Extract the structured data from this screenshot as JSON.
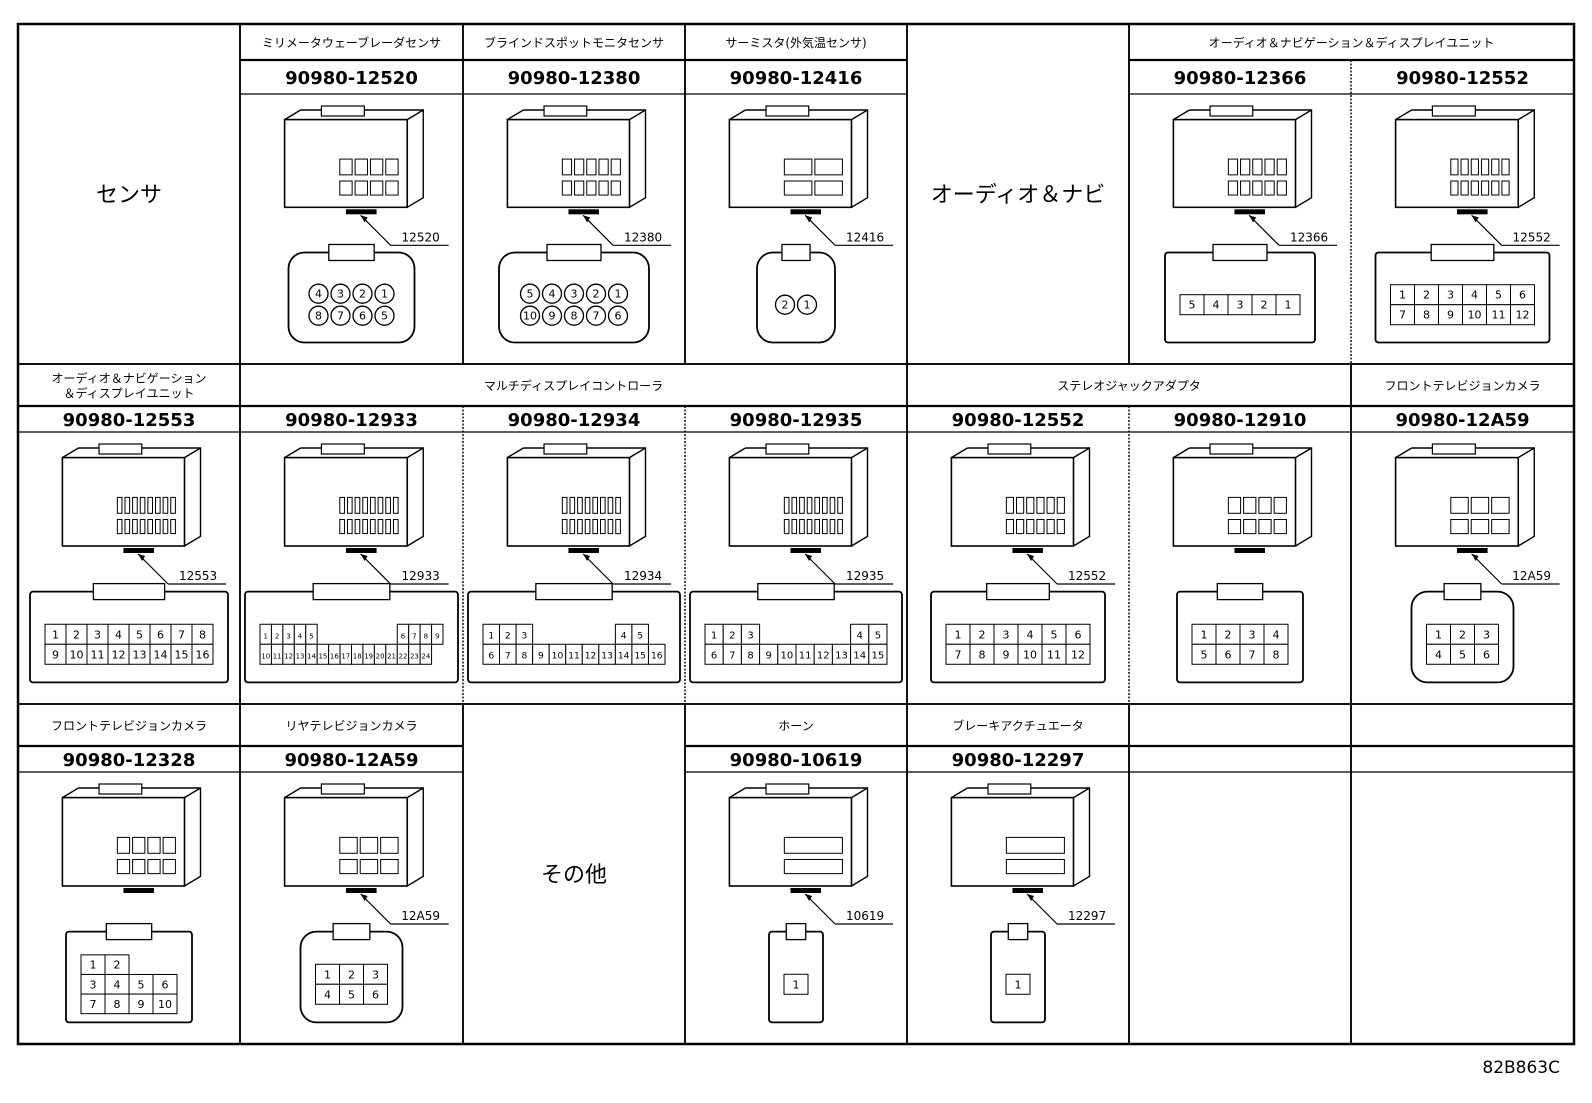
{
  "page_code": "82B863C",
  "rows": [
    {
      "cells": [
        {
          "span": 1,
          "label": "",
          "part": "",
          "big_label": "センサ",
          "big_label_only": true
        },
        {
          "span": 1,
          "label": "ミリメータウェーブレーダセンサ",
          "part": "90980-12520",
          "callout": "12520",
          "kind": "sensor-big",
          "pins": [
            [
              4,
              3,
              2,
              1
            ],
            [
              8,
              7,
              6,
              5
            ]
          ]
        },
        {
          "span": 1,
          "label": "ブラインドスポットモニタセンサ",
          "part": "90980-12380",
          "callout": "12380",
          "kind": "sensor-big",
          "pins": [
            [
              5,
              4,
              3,
              2,
              1
            ],
            [
              10,
              9,
              8,
              7,
              6
            ]
          ]
        },
        {
          "span": 1,
          "label": "サーミスタ(外気温センサ)",
          "part": "90980-12416",
          "callout": "12416",
          "kind": "sensor-small",
          "pins": [
            [
              2,
              1
            ]
          ]
        },
        {
          "span": 1,
          "label": "",
          "part": "",
          "big_label": "オーディオ＆ナビ",
          "big_label_only": true
        },
        {
          "span": 2,
          "label": "オーディオ＆ナビゲーション＆ディスプレイユニット",
          "subparts": [
            {
              "part": "90980-12366",
              "callout": "12366",
              "kind": "box",
              "pins": [
                [
                  5,
                  4,
                  3,
                  2,
                  1
                ]
              ]
            },
            {
              "part": "90980-12552",
              "callout": "12552",
              "kind": "box",
              "pins": [
                [
                  1,
                  2,
                  3,
                  4,
                  5,
                  6
                ],
                [
                  7,
                  8,
                  9,
                  10,
                  11,
                  12
                ]
              ]
            }
          ]
        }
      ]
    },
    {
      "cells": [
        {
          "span": 1,
          "label": "オーディオ＆ナビゲーション\n＆ディスプレイユニット",
          "part": "90980-12553",
          "callout": "12553",
          "kind": "multi",
          "pins": [
            [
              1,
              2,
              3,
              4,
              5,
              6,
              7,
              8
            ],
            [
              9,
              10,
              11,
              12,
              13,
              14,
              15,
              16
            ]
          ]
        },
        {
          "span": 3,
          "label": "マルチディスプレイコントローラ",
          "subparts": [
            {
              "part": "90980-12933",
              "callout": "12933",
              "kind": "wide",
              "pins": [
                [
                  1,
                  2,
                  3,
                  4,
                  5,
                  "",
                  "",
                  "",
                  "",
                  "",
                  "",
                  "",
                  6,
                  7,
                  8,
                  9
                ],
                [
                  10,
                  11,
                  12,
                  13,
                  14,
                  15,
                  16,
                  17,
                  18,
                  19,
                  20,
                  21,
                  22,
                  23,
                  24,
                  ""
                ]
              ]
            },
            {
              "part": "90980-12934",
              "callout": "12934",
              "kind": "wide",
              "pins": [
                [
                  1,
                  2,
                  3,
                  "",
                  "",
                  "",
                  "",
                  "",
                  4,
                  5
                ],
                [
                  6,
                  7,
                  8,
                  9,
                  10,
                  11,
                  12,
                  13,
                  14,
                  15,
                  16
                ]
              ]
            },
            {
              "part": "90980-12935",
              "callout": "12935",
              "kind": "wide",
              "pins": [
                [
                  1,
                  2,
                  3,
                  "",
                  "",
                  "",
                  "",
                  "",
                  4,
                  5
                ],
                [
                  6,
                  7,
                  8,
                  9,
                  10,
                  11,
                  12,
                  13,
                  14,
                  15
                ]
              ]
            }
          ]
        },
        {
          "span": 2,
          "label": "ステレオジャックアダプタ",
          "subparts": [
            {
              "part": "90980-12552",
              "callout": "12552",
              "kind": "box",
              "pins": [
                [
                  1,
                  2,
                  3,
                  4,
                  5,
                  6
                ],
                [
                  7,
                  8,
                  9,
                  10,
                  11,
                  12
                ]
              ]
            },
            {
              "part": "90980-12910",
              "callout": "",
              "kind": "box",
              "pins": [
                [
                  1,
                  2,
                  3,
                  4
                ],
                [
                  5,
                  6,
                  7,
                  8
                ]
              ]
            }
          ]
        },
        {
          "span": 1,
          "label": "フロントテレビジョンカメラ",
          "part": "90980-12A59",
          "callout": "12A59",
          "kind": "camera",
          "pins": [
            [
              1,
              2,
              3
            ],
            [
              4,
              5,
              6
            ]
          ]
        }
      ]
    },
    {
      "cells": [
        {
          "span": 1,
          "label": "フロントテレビジョンカメラ",
          "part": "90980-12328",
          "callout": "",
          "kind": "tall",
          "pins": [
            [
              1,
              2
            ],
            [
              3,
              4,
              5,
              6
            ],
            [
              7,
              8,
              9,
              10
            ]
          ]
        },
        {
          "span": 1,
          "label": "リヤテレビジョンカメラ",
          "part": "90980-12A59",
          "callout": "12A59",
          "kind": "camera",
          "pins": [
            [
              1,
              2,
              3
            ],
            [
              4,
              5,
              6
            ]
          ]
        },
        {
          "span": 1,
          "label": "",
          "part": "",
          "big_label": "その他",
          "big_label_only": true
        },
        {
          "span": 1,
          "label": "ホーン",
          "part": "90980-10619",
          "callout": "10619",
          "kind": "horn",
          "pins": [
            [
              1
            ]
          ]
        },
        {
          "span": 1,
          "label": "ブレーキアクチュエータ",
          "part": "90980-12297",
          "callout": "12297",
          "kind": "actuator",
          "pins": []
        },
        {
          "span": 1,
          "label": "",
          "part": ""
        },
        {
          "span": 1,
          "label": "",
          "part": ""
        }
      ]
    }
  ]
}
